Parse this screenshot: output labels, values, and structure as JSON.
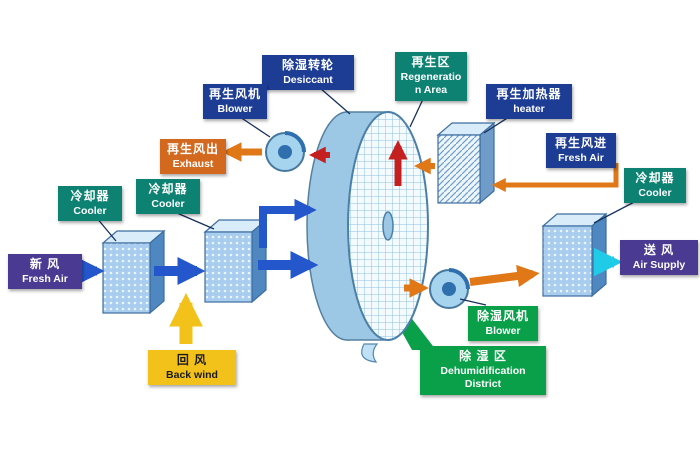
{
  "labels": {
    "desiccant": {
      "zh": "除湿转轮",
      "en": "Desiccant"
    },
    "regeneration_area": {
      "zh": "再生区",
      "en": "Regeneration Area"
    },
    "regen_blower": {
      "zh": "再生风机",
      "en": "Blower"
    },
    "regen_heater": {
      "zh": "再生加热器",
      "en": "heater"
    },
    "regen_exhaust": {
      "zh": "再生风出",
      "en": "Exhaust"
    },
    "regen_fresh_air": {
      "zh": "再生风进",
      "en": "Fresh Air"
    },
    "cooler_left1": {
      "zh": "冷却器",
      "en": "Cooler"
    },
    "cooler_left2": {
      "zh": "冷却器",
      "en": "Cooler"
    },
    "cooler_right": {
      "zh": "冷却器",
      "en": "Cooler"
    },
    "fresh_air": {
      "zh": "新 风",
      "en": "Fresh Air"
    },
    "air_supply": {
      "zh": "送 风",
      "en": "Air Supply"
    },
    "back_wind": {
      "zh": "回 风",
      "en": "Back wind"
    },
    "dehumid_blower": {
      "zh": "除湿风机",
      "en": "Blower"
    },
    "dehumid_district": {
      "zh": "除 湿 区",
      "en1": "Dehumidification",
      "en2": "District"
    }
  },
  "colors": {
    "label_blue": "#1d3c94",
    "label_teal": "#0d8172",
    "label_purple": "#4a3a92",
    "label_orange": "#d2691e",
    "label_yellow": "#f2c21a",
    "label_green": "#0aa04a",
    "arrow_blue": "#2456cc",
    "arrow_orange": "#e07818",
    "arrow_yellow": "#f2c21a",
    "arrow_cyan": "#20cbe8",
    "arrow_red": "#c42020"
  }
}
